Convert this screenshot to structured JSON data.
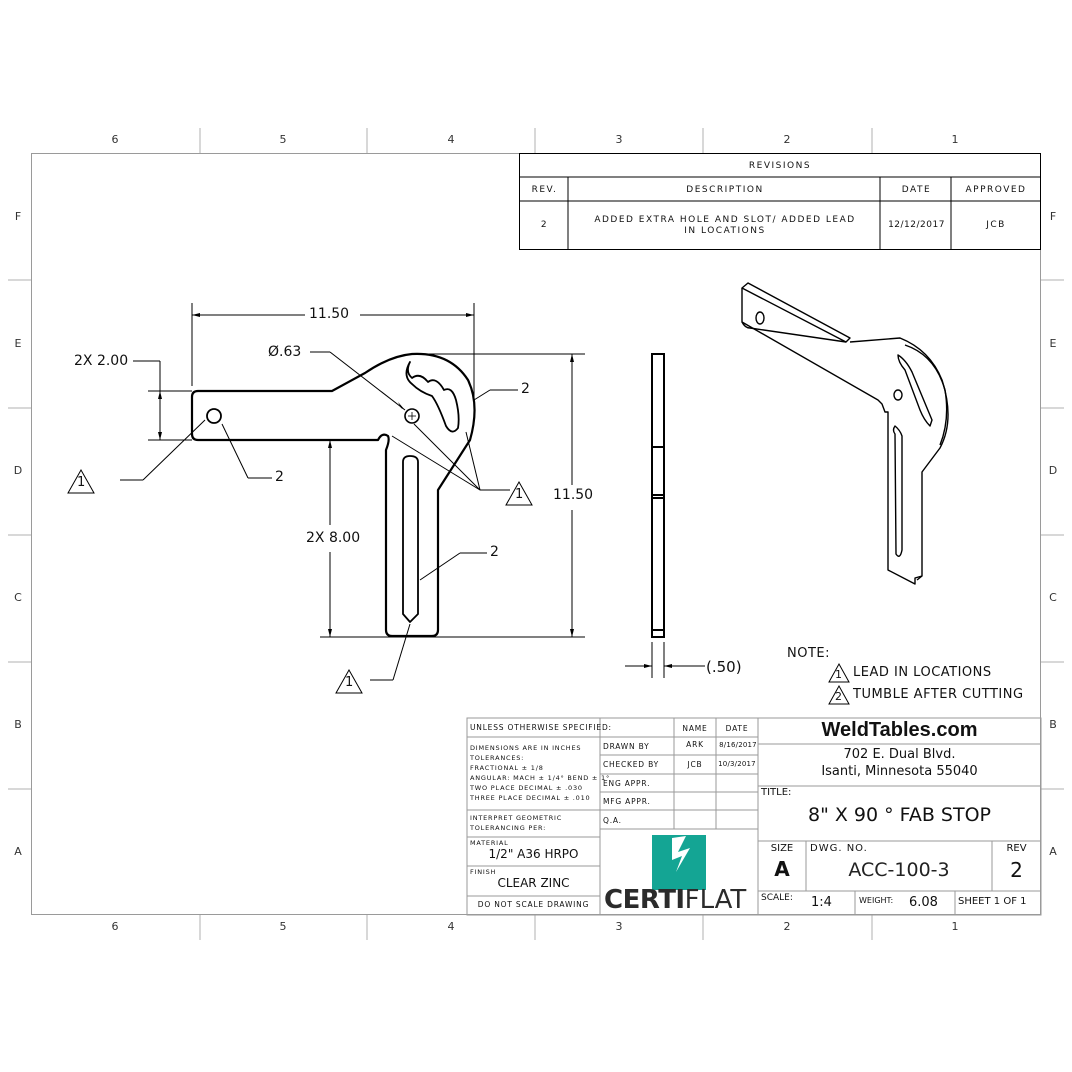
{
  "sheet": {
    "zones": {
      "columns": [
        "6",
        "5",
        "4",
        "3",
        "2",
        "1"
      ],
      "rows": [
        "F",
        "E",
        "D",
        "C",
        "B",
        "A"
      ]
    }
  },
  "revisions": {
    "title": "REVISIONS",
    "headers": {
      "rev": "REV.",
      "description": "DESCRIPTION",
      "date": "DATE",
      "approved": "APPROVED"
    },
    "rows": [
      {
        "rev": "2",
        "description": "ADDED EXTRA HOLE AND SLOT/ ADDED LEAD IN LOCATIONS",
        "date": "12/12/2017",
        "approved": "JCB"
      }
    ]
  },
  "dimensions": {
    "overall_width": "11.50",
    "overall_height": "11.50",
    "hole_diameter": "Ø.63",
    "arm_width": "2X 2.00",
    "slot_length": "2X 8.00",
    "thickness": "(.50)",
    "callout_note_1": "1",
    "callout_note_2": "2"
  },
  "notes": {
    "heading": "NOTE:",
    "items": [
      {
        "marker": "1",
        "text": "LEAD IN LOCATIONS"
      },
      {
        "marker": "2",
        "text": "TUMBLE AFTER CUTTING"
      }
    ]
  },
  "title_block": {
    "unless_specified": "UNLESS OTHERWISE SPECIFIED:",
    "tolerance_lines": [
      "DIMENSIONS ARE IN INCHES",
      "TOLERANCES:",
      "FRACTIONAL ± 1/8",
      "ANGULAR: MACH ± 1/4° BEND ± 1°",
      "TWO PLACE DECIMAL   ± .030",
      "THREE PLACE DECIMAL  ± .010"
    ],
    "geometric": [
      "INTERPRET GEOMETRIC",
      "TOLERANCING PER:"
    ],
    "material_label": "MATERIAL",
    "material": "1/2\" A36 HRPO",
    "finish_label": "FINISH",
    "finish": "CLEAR ZINC",
    "do_not_scale": "DO NOT SCALE DRAWING",
    "approvals": {
      "headers": {
        "name": "NAME",
        "date": "DATE"
      },
      "rows": [
        {
          "role": "DRAWN BY",
          "name": "ARK",
          "date": "8/16/2017"
        },
        {
          "role": "CHECKED BY",
          "name": "JCB",
          "date": "10/3/2017"
        },
        {
          "role": "ENG APPR.",
          "name": "",
          "date": ""
        },
        {
          "role": "MFG APPR.",
          "name": "",
          "date": ""
        },
        {
          "role": "Q.A.",
          "name": "",
          "date": ""
        }
      ]
    },
    "logo": {
      "bold": "CERTI",
      "light": "FLAT",
      "color": "#14a594"
    },
    "company": "WeldTables.com",
    "address_line1": "702 E. Dual Blvd.",
    "address_line2": "Isanti, Minnesota 55040",
    "title_label": "TITLE:",
    "title": "8\" X 90 ° FAB STOP",
    "size_label": "SIZE",
    "size": "A",
    "dwg_no_label": "DWG.  NO.",
    "dwg_no": "ACC-100-3",
    "rev_label": "REV",
    "rev": "2",
    "scale_label": "SCALE:",
    "scale": "1:4",
    "weight_label": "WEIGHT:",
    "weight": "6.08",
    "sheet": "SHEET 1 OF 1"
  }
}
